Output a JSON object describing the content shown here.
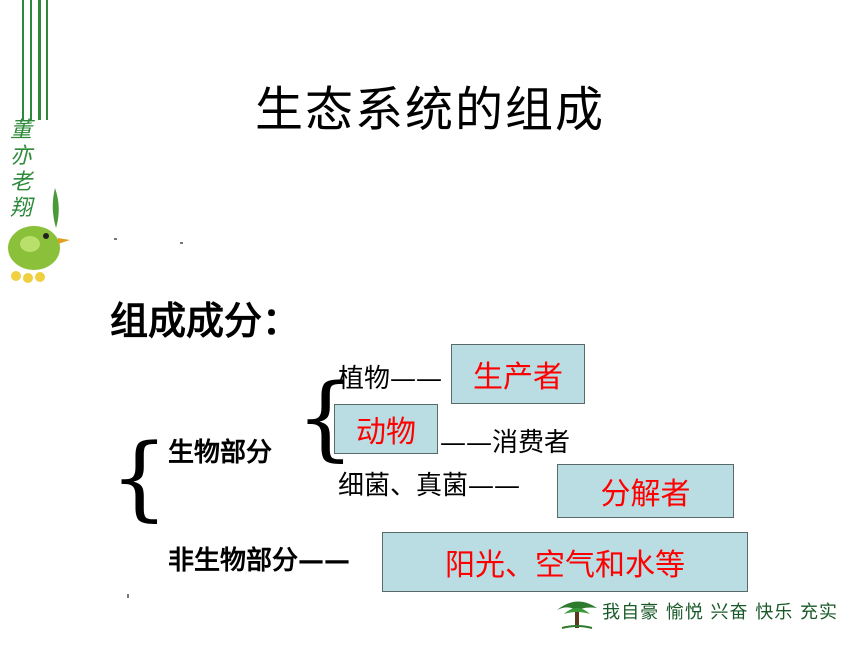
{
  "slide": {
    "title": "生态系统的组成",
    "heading": "组成成分：",
    "biotic": {
      "label": "生物部分",
      "plants": "植物——",
      "producer": "生产者",
      "animals": "动物",
      "consumer": "——消费者",
      "microbes": "细菌、真菌——",
      "decomposer": "分解者"
    },
    "abiotic": {
      "label": "非生物部分——",
      "content": "阳光、空气和水等"
    },
    "side_logo_text": "董亦老翔",
    "footer_slogan": "我自豪 愉悦 兴奋 快乐 充实"
  },
  "colors": {
    "box_fill": "#b9dde3",
    "box_text": "#ff0000",
    "accent_green": "#2e8a3a"
  }
}
